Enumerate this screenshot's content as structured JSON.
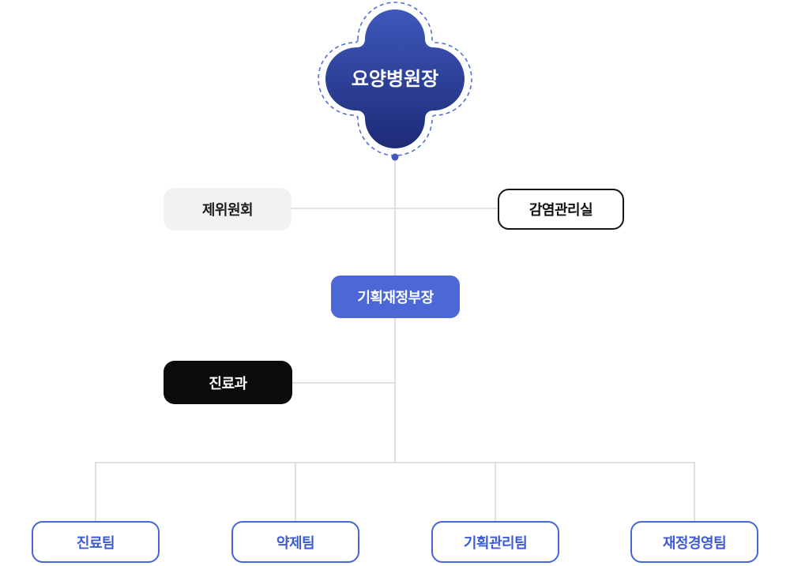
{
  "diagram": {
    "type": "org-chart",
    "root_label": "요양병원장",
    "level1": {
      "committee": "제위원회",
      "infection_control": "감염관리실"
    },
    "level2": {
      "planning_finance_director": "기획재정부장"
    },
    "level3": {
      "medical_department": "진료과"
    },
    "teams": [
      "진료팀",
      "약제팀",
      "기획관리팀",
      "재정경영팀"
    ],
    "colors": {
      "cross_gradient_top": "#3e58bb",
      "cross_gradient_bottom": "#1d2a76",
      "cross_dashed_outline": "#5570d4",
      "connector_dot": "#4059b8",
      "accent_blue_box": "#4b68d6",
      "team_border": "#4466d9",
      "team_text": "#3d5cd4",
      "committee_bg": "#f2f2f2",
      "black_box": "#0b0b0b",
      "outline_box_border": "#161616",
      "connector_line": "#e1e1e1"
    }
  }
}
